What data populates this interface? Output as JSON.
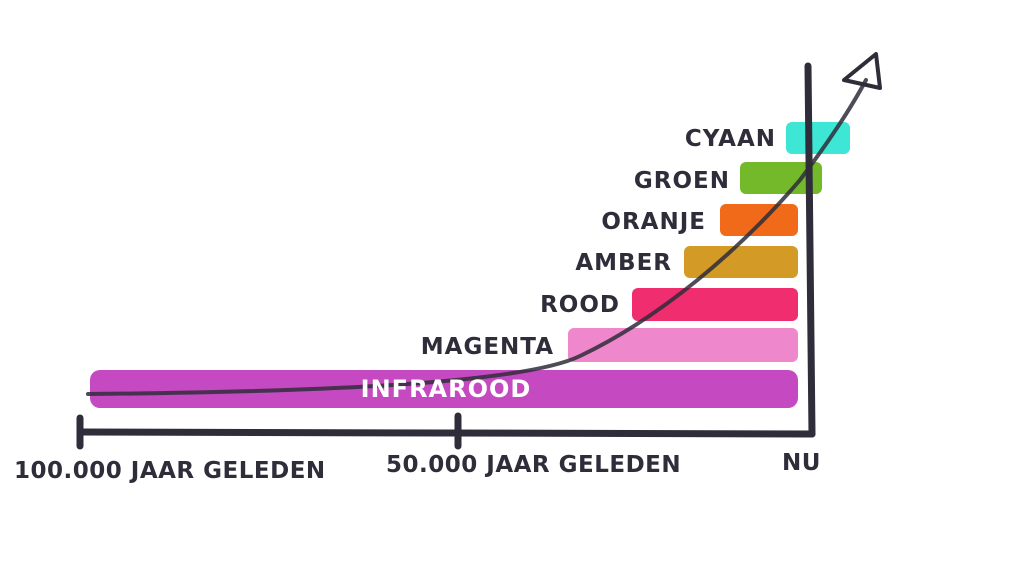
{
  "bands": [
    {
      "label": "CYAAN",
      "color": "#3ee6d6"
    },
    {
      "label": "GROEN",
      "color": "#74b929"
    },
    {
      "label": "ORANJE",
      "color": "#f06a1a"
    },
    {
      "label": "AMBER",
      "color": "#d39a25"
    },
    {
      "label": "ROOD",
      "color": "#ef2d6f"
    },
    {
      "label": "MAGENTA",
      "color": "#ef87cd"
    },
    {
      "label": "INFRAROOD",
      "color": "#c549c0"
    }
  ],
  "axis": {
    "tick_left": "100.000 JAAR GELEDEN",
    "tick_mid": "50.000 JAAR GELEDEN",
    "tick_right": "NU",
    "line_color": "#2f2d3a"
  }
}
